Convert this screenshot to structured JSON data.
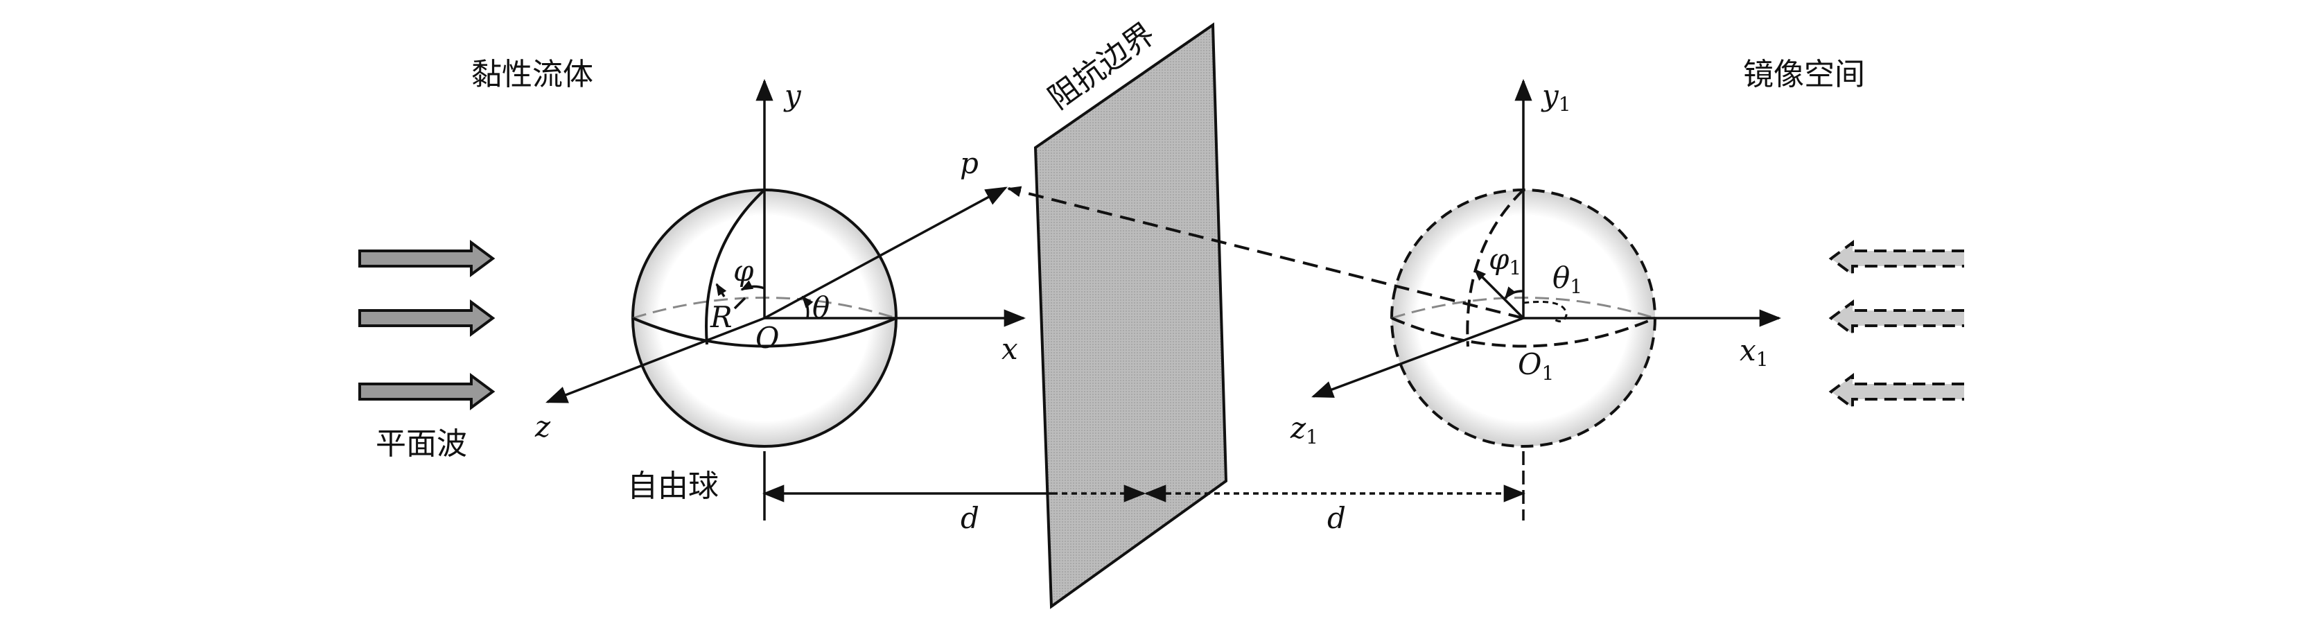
{
  "labels": {
    "viscous_fluid": "黏性流体",
    "plane_wave": "平面波",
    "free_sphere": "自由球",
    "impedance_boundary": "阻抗边界",
    "image_space": "镜像空间"
  },
  "symbols": {
    "y": "y",
    "x": "x",
    "z": "z",
    "O": "O",
    "R": "R",
    "phi": "φ",
    "theta": "θ",
    "p": "p",
    "d": "d",
    "y1": "y",
    "x1": "x",
    "z1": "z",
    "O1": "O",
    "phi1": "φ",
    "theta1": "θ",
    "sub1": "1"
  },
  "colors": {
    "plane_fill": "#b8b8b8",
    "arrow_fill_left": "#999999",
    "arrow_fill_right": "#cccccc",
    "stroke": "#111111"
  }
}
